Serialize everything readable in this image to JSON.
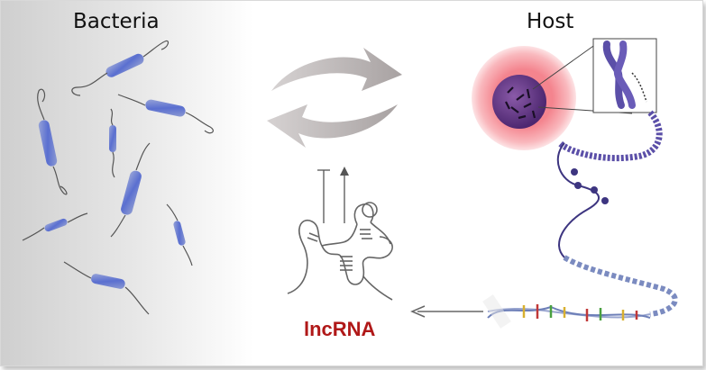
{
  "labels": {
    "bacteria": "Bacteria",
    "host": "Host",
    "lncrna": "lncRNA"
  },
  "colors": {
    "bacteria_body": "#5a6fd0",
    "arrow_gray": "#b8b3b3",
    "lncrna_label": "#b01818",
    "cell_outer": "#f6a8ad",
    "nucleus": "#6b3a8c",
    "chromatin": "#5b4fa8"
  },
  "icons": [
    "bacterium-icon",
    "cycle-arrows-icon",
    "inhibit-arrow-icon",
    "activate-arrow-icon",
    "rna-structure-icon",
    "cell-icon",
    "chromosome-icon",
    "dna-helix-icon"
  ]
}
